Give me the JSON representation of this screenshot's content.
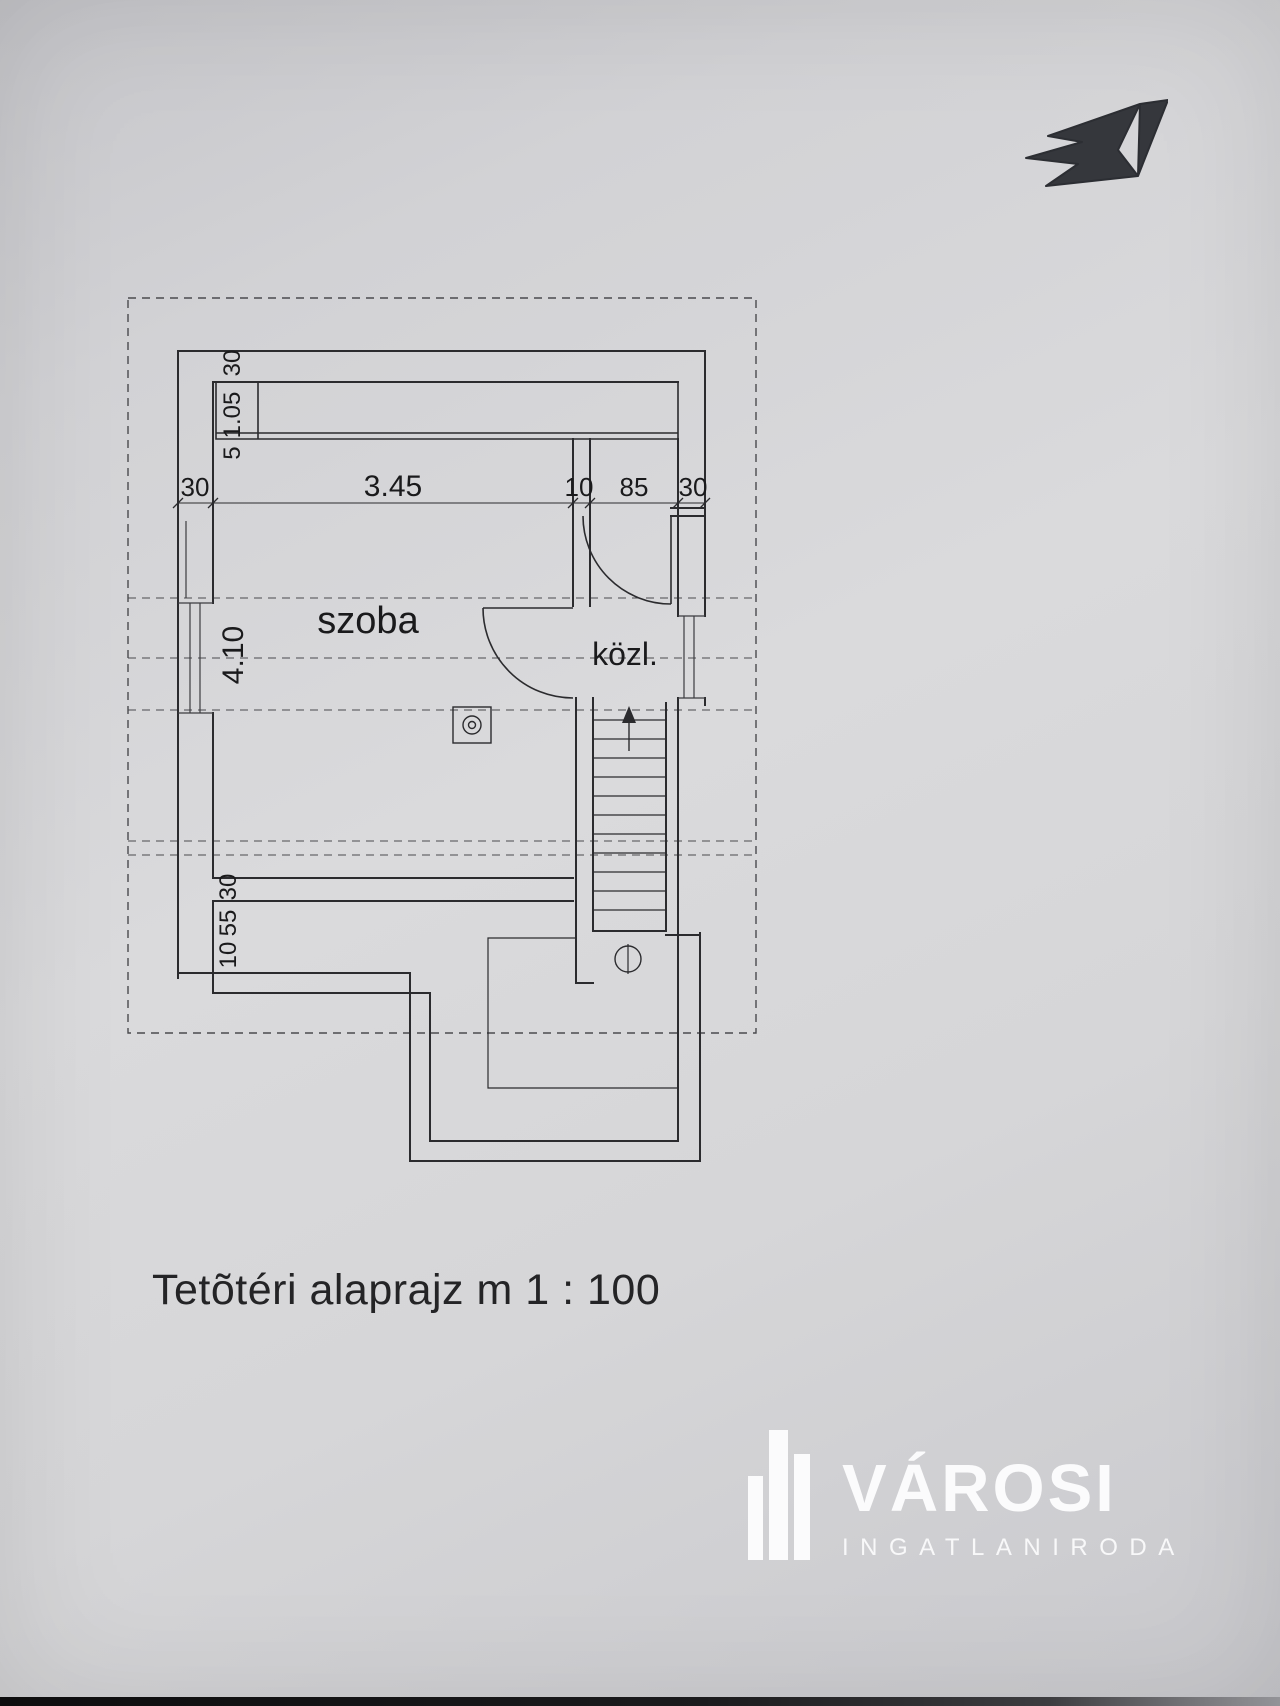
{
  "document": {
    "caption": "Tetõtéri alaprajz  m 1 : 100"
  },
  "plan": {
    "rooms": {
      "szoba": "szoba",
      "kozl": "közl."
    },
    "dimensions": {
      "top_chain": [
        "30",
        "3.45",
        "10",
        "85",
        "30"
      ],
      "left_upper_chain": [
        "30",
        "1.05",
        "5"
      ],
      "left_height": "4.10",
      "left_lower_chain": [
        "30",
        "55",
        "10"
      ]
    }
  },
  "branding": {
    "name": "VÁROSI",
    "subtitle": "INGATLANIRODA"
  }
}
